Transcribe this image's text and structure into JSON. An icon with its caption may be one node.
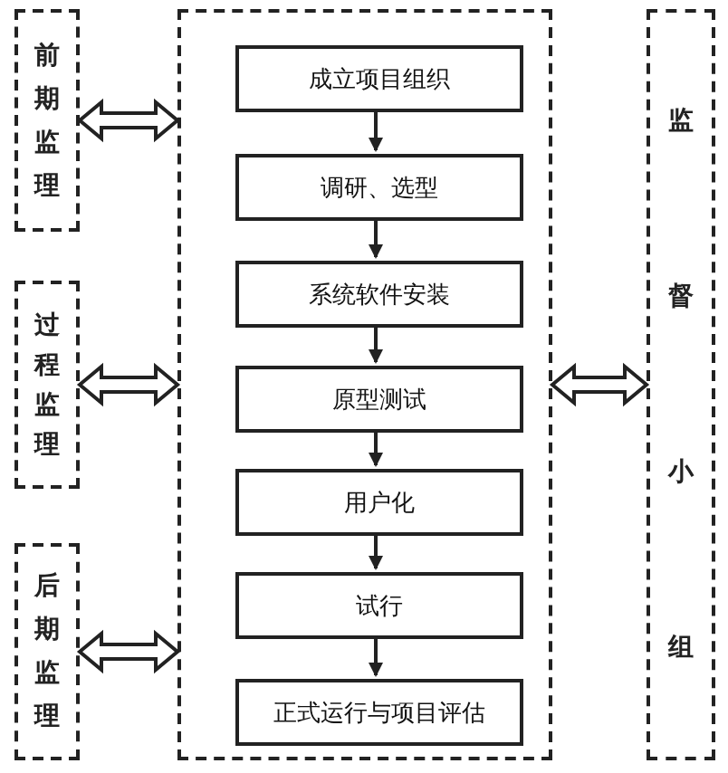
{
  "diagram": {
    "nodes": [
      {
        "text": [
          "前期监理"
        ]
      },
      {
        "text": [
          "过程监理"
        ]
      },
      {
        "text": [
          "后期监理"
        ]
      },
      {
        "text": [],
        "shape": "box"
      },
      {
        "text": [
          "成立项目组织"
        ],
        "in": 3
      },
      {
        "text": [
          "调研、选型"
        ],
        "in": 3
      },
      {
        "text": [
          "系统软件安装"
        ],
        "in": 3
      },
      {
        "text": [
          "原型测试"
        ],
        "in": 3
      },
      {
        "text": [
          "用户化"
        ],
        "in": 3
      },
      {
        "text": [
          "试行"
        ],
        "in": 3
      },
      {
        "text": [
          "正式运行与项目评估"
        ],
        "in": 3
      },
      {
        "text": [
          "监督小组"
        ]
      }
    ],
    "edges": [
      {
        "from": 0,
        "to": 3,
        "arrow": "both"
      },
      {
        "from": 1,
        "to": 3,
        "arrow": "both"
      },
      {
        "from": 2,
        "to": 3,
        "arrow": "both"
      },
      {
        "from": 3,
        "to": 11,
        "arrow": "both"
      },
      {
        "from": 4,
        "to": 5,
        "arrow": "to"
      },
      {
        "from": 5,
        "to": 6,
        "arrow": "to"
      },
      {
        "from": 6,
        "to": 7,
        "arrow": "to"
      },
      {
        "from": 7,
        "to": 8,
        "arrow": "to"
      },
      {
        "from": 8,
        "to": 9,
        "arrow": "to"
      },
      {
        "from": 9,
        "to": 10,
        "arrow": "to"
      }
    ]
  }
}
